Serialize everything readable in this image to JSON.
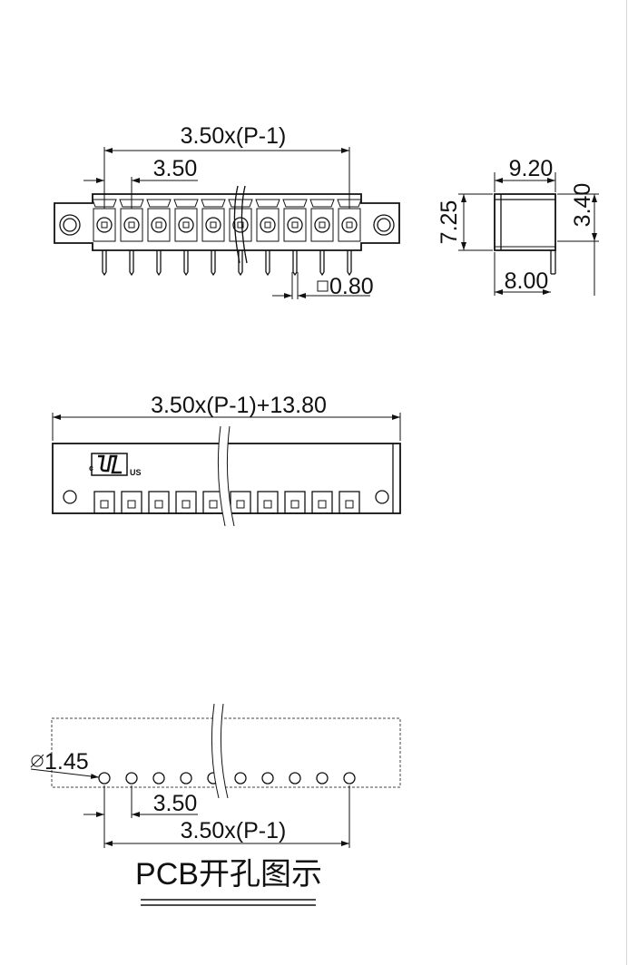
{
  "top_view": {
    "dim_overall_pitch": "3.50x(P-1)",
    "dim_pitch": "3.50",
    "dim_pin": "0.80",
    "pin_count": 10
  },
  "side_view": {
    "dim_width": "9.20",
    "dim_height": "7.25",
    "dim_pin_length": "3.40",
    "dim_depth": "8.00"
  },
  "front_view": {
    "dim_total_length": "3.50x(P-1)+13.80",
    "cert_logo_text": "US",
    "cert_logo_c": "c"
  },
  "pcb_view": {
    "dim_hole": "1.45",
    "dim_pitch": "3.50",
    "dim_overall_pitch": "3.50x(P-1)",
    "title": "PCB开孔图示",
    "hole_count": 10
  },
  "colors": {
    "line": "#111111",
    "background": "#ffffff",
    "frame": "#d8d8d8"
  }
}
